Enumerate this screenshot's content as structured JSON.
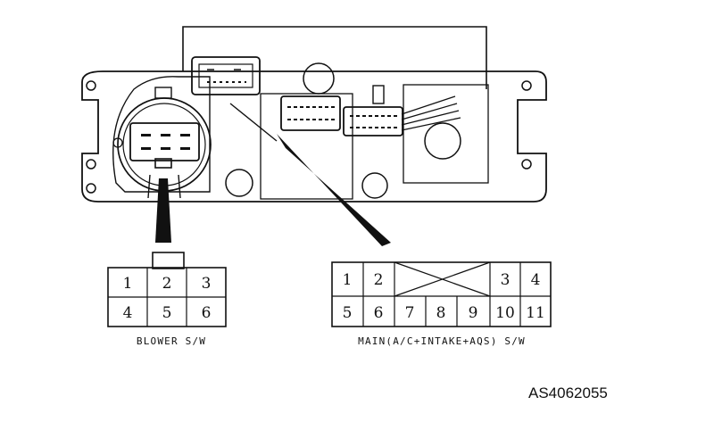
{
  "blower_connector": {
    "caption": "BLOWER S/W",
    "pins_top": [
      "1",
      "2",
      "3"
    ],
    "pins_bottom": [
      "4",
      "5",
      "6"
    ]
  },
  "main_connector": {
    "caption": "MAIN(A/C+INTAKE+AQS) S/W",
    "pins_top_left": [
      "1",
      "2"
    ],
    "pins_top_right": [
      "3",
      "4"
    ],
    "pins_bottom": [
      "5",
      "6",
      "7",
      "8",
      "9",
      "10",
      "11"
    ]
  },
  "reference_code": "AS4062055"
}
